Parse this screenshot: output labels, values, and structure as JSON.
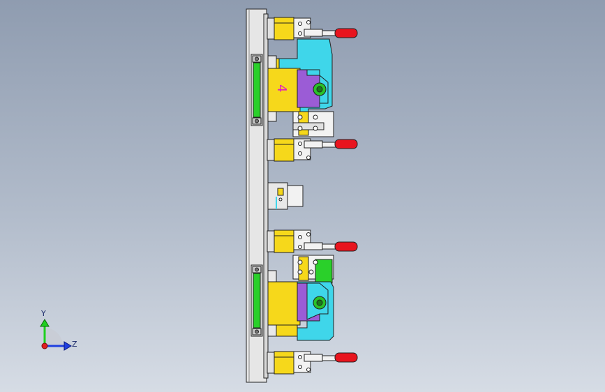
{
  "viewport": {
    "background_top": "#8f9cb0",
    "background_bottom": "#d6dce5"
  },
  "model": {
    "station_labels": [
      "4"
    ],
    "colors": {
      "base_plate": "#e4e4e4",
      "block_yellow": "#f5d81a",
      "block_cyan": "#3fd6ea",
      "block_purple": "#9b5cd6",
      "block_green": "#22cc22",
      "handle_red": "#e8141e",
      "metal": "#f0f0f0",
      "edge": "#222222",
      "label_magenta": "#e020c0"
    }
  },
  "triad": {
    "y_label": "Y",
    "z_label": "Z",
    "y_color": "#1fd01f",
    "z_color": "#1f3fe0",
    "x_color": "#e01f1f"
  }
}
